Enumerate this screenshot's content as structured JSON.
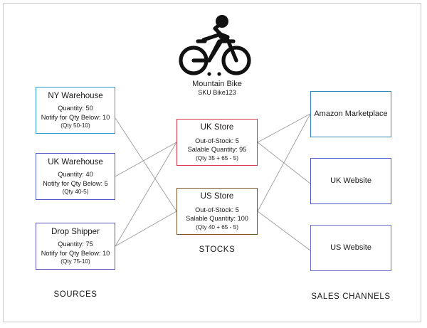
{
  "product": {
    "icon": "cyclist-mountain-bike-icon",
    "name": "Mountain Bike",
    "sku": "SKU Bike123"
  },
  "sections": {
    "sources_label": "SOURCES",
    "stocks_label": "STOCKS",
    "channels_label": "SALES CHANNELS"
  },
  "sources": [
    {
      "title": "NY Warehouse",
      "quantity": "Quantity: 50",
      "notify": "Notify for Qty Below: 10",
      "formula": "(Qty 50-10)",
      "border_color": "#2f9ed4"
    },
    {
      "title": "UK Warehouse",
      "quantity": "Quantity: 40",
      "notify": "Notify for Qty Below: 5",
      "formula": "(Qty 40-5)",
      "border_color": "#4a58c8"
    },
    {
      "title": "Drop Shipper",
      "quantity": "Quantity: 75",
      "notify": "Notify for Qty Below: 10",
      "formula": "(Qty 75-10)",
      "border_color": "#5a4fc0"
    }
  ],
  "stocks": [
    {
      "title": "UK Store",
      "out_of_stock": "Out-of-Stock: 5",
      "salable": "Salable Quantity: 95",
      "formula": "(Qty 35 + 65 - 5)",
      "border_color": "#d8394a"
    },
    {
      "title": "US Store",
      "out_of_stock": "Out-of-Stock: 5",
      "salable": "Salable Quantity: 100",
      "formula": "(Qty 40 + 65 - 5)",
      "border_color": "#7a5424"
    }
  ],
  "channels": [
    {
      "title": "Amazon Marketplace",
      "border_color": "#2f87b8"
    },
    {
      "title": "UK Website",
      "border_color": "#4a58c8"
    },
    {
      "title": "US Website",
      "border_color": "#6a6fd0"
    }
  ],
  "edges": {
    "color": "#9b9b9b",
    "links": [
      {
        "from": "NY Warehouse",
        "to": "US Store"
      },
      {
        "from": "UK Warehouse",
        "to": "UK Store"
      },
      {
        "from": "Drop Shipper",
        "to": "UK Store"
      },
      {
        "from": "Drop Shipper",
        "to": "US Store"
      },
      {
        "from": "UK Store",
        "to": "Amazon Marketplace"
      },
      {
        "from": "UK Store",
        "to": "UK Website"
      },
      {
        "from": "US Store",
        "to": "Amazon Marketplace"
      },
      {
        "from": "US Store",
        "to": "US Website"
      }
    ]
  }
}
